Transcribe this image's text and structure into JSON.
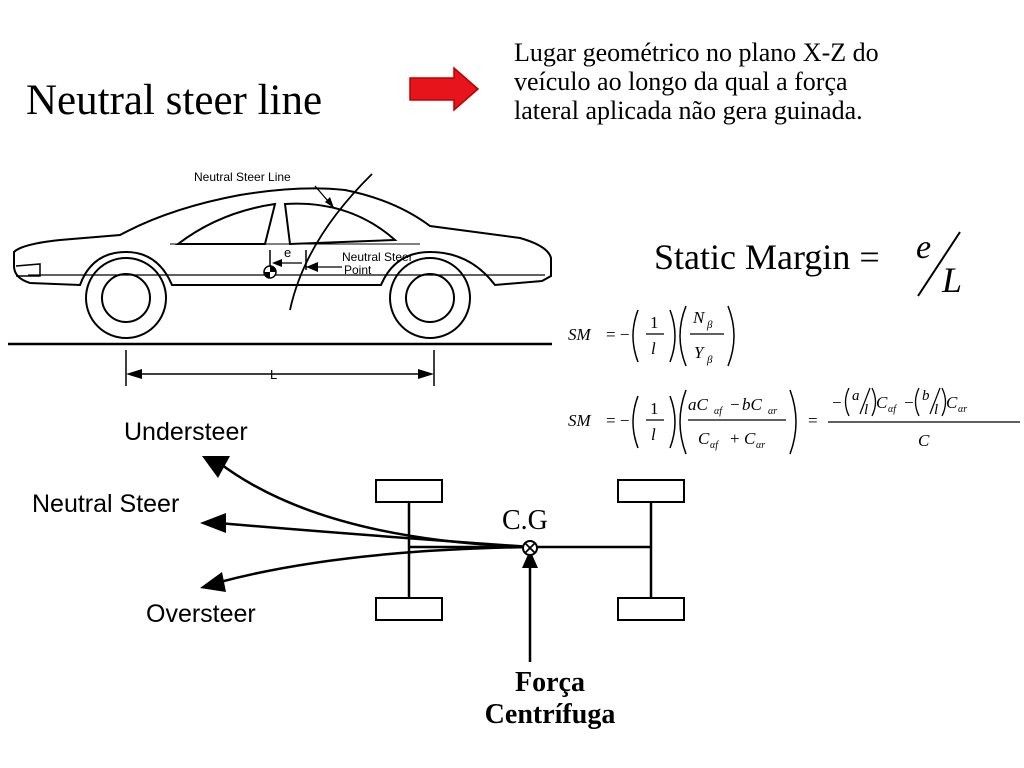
{
  "title": "Neutral steer line",
  "arrow_color": "#e8141b",
  "description_lines": [
    "Lugar geométrico no plano X-Z do",
    "veículo ao longo da qual a força",
    "lateral aplicada não gera guinada."
  ],
  "car_figure": {
    "neutral_steer_line_label": "Neutral Steer Line",
    "neutral_steer_point_label_1": "Neutral Steer",
    "neutral_steer_point_label_2": "Point",
    "e_label": "e",
    "L_label": "L"
  },
  "static_margin": {
    "label": "Static Margin =",
    "numerator": "e",
    "denominator": "L"
  },
  "formula1": {
    "lhs": "SM",
    "n_num": "N",
    "n_den": "Y",
    "sub": "β"
  },
  "formula2": {
    "lhs": "SM",
    "num_a": "aC",
    "num_b": "bC",
    "den_c": "C",
    "sub_f": "αf",
    "sub_r": "αr",
    "a": "a",
    "b": "b",
    "l": "l",
    "C": "C"
  },
  "steer_diagram": {
    "understeer": "Understeer",
    "neutral": "Neutral Steer",
    "oversteer": "Oversteer",
    "cg": "C.G",
    "force_line1": "Força",
    "force_line2": "Centrífuga"
  }
}
